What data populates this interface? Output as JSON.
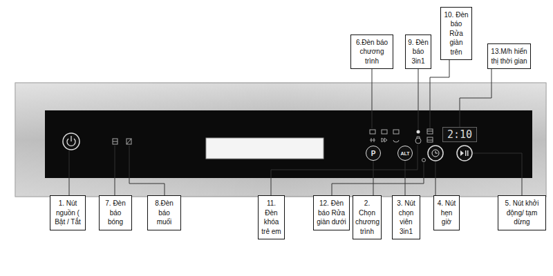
{
  "diagram": {
    "nodes": [
      {
        "text": [
          "6.Đèn báo chương trình"
        ]
      },
      {
        "text": [
          "9. Đèn báo 3in1"
        ]
      },
      {
        "text": [
          "10. Đèn báo Rửa giàn trên"
        ]
      },
      {
        "text": [
          "13.M/h hiển thị thời gian"
        ]
      },
      {
        "text": [
          "2:10"
        ]
      },
      {
        "text": [
          "P"
        ]
      },
      {
        "text": [
          "ALT"
        ]
      },
      {
        "text": [
          "1. Nút nguồn ( Bật / Tắt"
        ]
      },
      {
        "text": [
          "7. Đèn báo bóng"
        ]
      },
      {
        "text": [
          "8.Đèn báo muối"
        ]
      },
      {
        "text": [
          "11. Đèn khóa trẻ em"
        ]
      },
      {
        "text": [
          "12. Đèn báo Rửa giàn dưới"
        ]
      },
      {
        "text": [
          "2. Chọn chương trình"
        ]
      },
      {
        "text": [
          "3. Nút chọn viên 3in1"
        ]
      },
      {
        "text": [
          "4. Nút hẹn giờ"
        ]
      },
      {
        "text": [
          "5. Nút khởi động/ tạm dừng"
        ]
      }
    ],
    "edges": [
      {
        "from": 12,
        "to": 5,
        "arrow": "none"
      },
      {
        "from": 13,
        "to": 6,
        "arrow": "none"
      },
      {
        "from": 3,
        "to": 4,
        "arrow": "none"
      }
    ]
  }
}
